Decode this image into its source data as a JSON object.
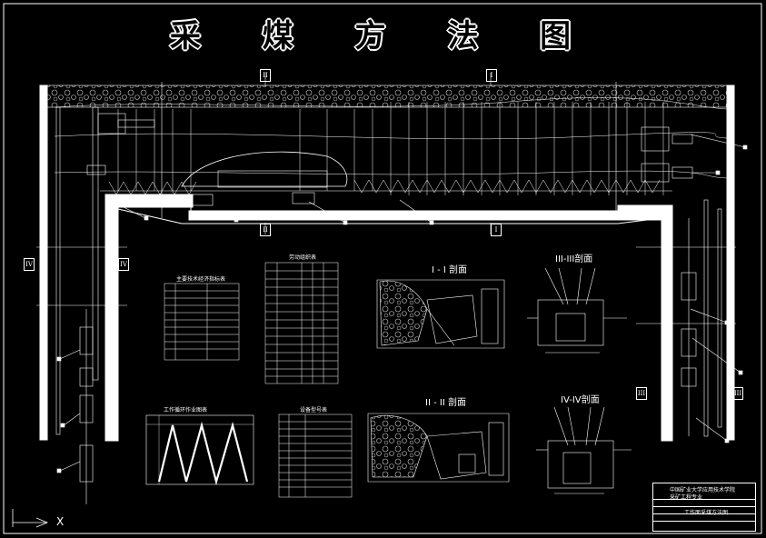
{
  "title": "采 煤 方 法 图",
  "section_labels": {
    "sec_1": "I - I 剖面",
    "sec_2": "II - II 剖面",
    "sec_3": "III-III剖面",
    "sec_4": "IV-IV剖面"
  },
  "roman_marks": {
    "top_left": "II",
    "top_right": "I",
    "bottom_left": "II",
    "bottom_right": "I",
    "left_a": "IV",
    "left_b": "IV",
    "right_a": "III",
    "right_b": "III"
  },
  "table_titles": {
    "t1": "主要技术经济指标表",
    "t2": "劳动组织表",
    "t3": "工作循环作业图表",
    "t4": "设备型号表"
  },
  "title_block": {
    "line1": "中国矿业大学应用技术学院",
    "line2": "采矿工程专业",
    "line3": "工作面采煤方法图"
  },
  "axis_marks": {
    "x": "X"
  },
  "colors": {
    "background": "#000000",
    "lines": "#ffffff"
  }
}
